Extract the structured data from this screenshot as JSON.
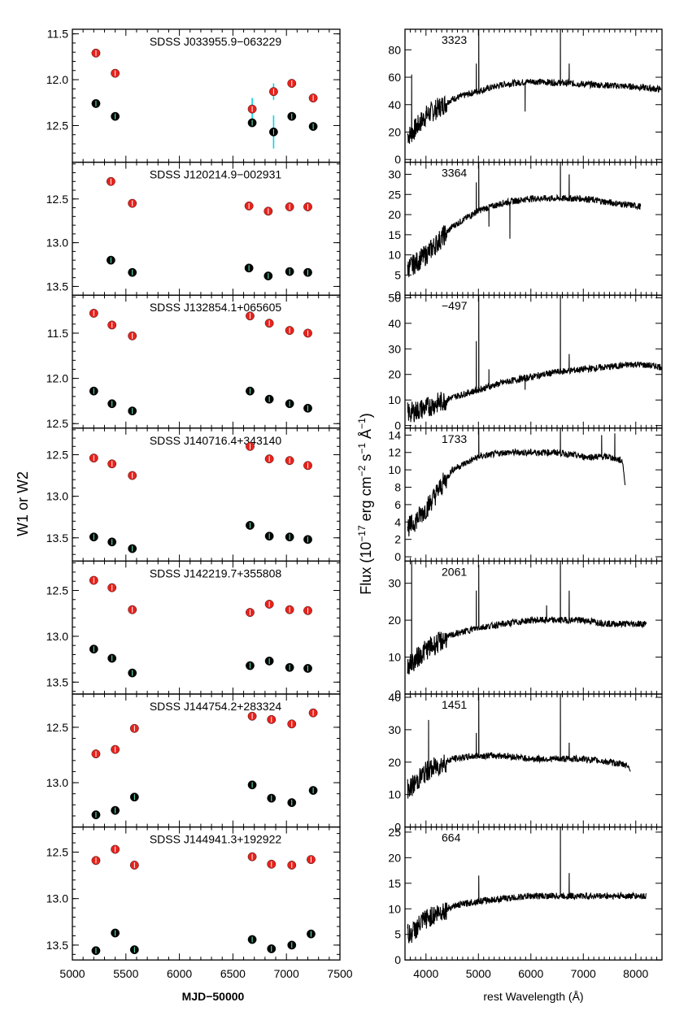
{
  "figure": {
    "left_ylabel": "W1  or  W2",
    "left_xlabel": "MJD−50000",
    "right_ylabel_main": "Flux (10",
    "right_ylabel_exp1": "−17",
    "right_ylabel_mid": " erg cm",
    "right_ylabel_exp2": "−2",
    "right_ylabel_mid2": " s",
    "right_ylabel_exp3": "−1",
    "right_ylabel_mid3": " Å",
    "right_ylabel_exp4": "−1",
    "right_ylabel_end": ")",
    "right_xlabel": "rest Wavelength (Å)",
    "left_xticks": [
      "5000",
      "5500",
      "6000",
      "6500",
      "7000",
      "7500"
    ],
    "right_xticks": [
      "4000",
      "5000",
      "6000",
      "7000",
      "8000"
    ]
  },
  "colors": {
    "w1": "#000000",
    "w2": "#e8221c",
    "errorbar": "#00d8e8",
    "line": "#000000"
  },
  "chart_data": [
    {
      "type": "scatter",
      "title": "SDSS J033955.9−063229",
      "xlabel": "MJD−50000",
      "ylabel": "W1 or W2",
      "xlim": [
        5000,
        7500
      ],
      "ylim": [
        12.9,
        11.45
      ],
      "y_inverted": true,
      "yticks": [
        "11.5",
        "12.0",
        "12.5"
      ],
      "series": [
        {
          "x": [
            5220,
            5400,
            6680,
            6880,
            7050,
            7250
          ],
          "y": [
            12.26,
            12.4,
            12.47,
            12.57,
            12.4,
            12.51
          ]
        },
        {
          "x": [
            5220,
            5400,
            6680,
            6880,
            7050,
            7250
          ],
          "y": [
            11.71,
            11.93,
            12.32,
            12.13,
            12.04,
            12.2
          ]
        }
      ]
    },
    {
      "type": "scatter",
      "title": "SDSS J120214.9−002931",
      "xlabel": "MJD−50000",
      "ylabel": "W1 or W2",
      "xlim": [
        5000,
        7500
      ],
      "ylim": [
        13.6,
        12.08
      ],
      "y_inverted": true,
      "yticks": [
        "12.5",
        "13.0",
        "13.5"
      ],
      "series": [
        {
          "x": [
            5360,
            5560,
            6650,
            6830,
            7030,
            7200
          ],
          "y": [
            13.2,
            13.34,
            13.29,
            13.38,
            13.33,
            13.34
          ]
        },
        {
          "x": [
            5360,
            5560,
            6650,
            6830,
            7030,
            7200
          ],
          "y": [
            12.3,
            12.55,
            12.58,
            12.64,
            12.59,
            12.59
          ]
        }
      ]
    },
    {
      "type": "scatter",
      "title": "SDSS J132854.1+065605",
      "xlabel": "MJD−50000",
      "ylabel": "W1 or W2",
      "xlim": [
        5000,
        7500
      ],
      "ylim": [
        12.55,
        11.08
      ],
      "y_inverted": true,
      "yticks": [
        "11.5",
        "12.0",
        "12.5"
      ],
      "series": [
        {
          "x": [
            5200,
            5370,
            5560,
            6660,
            6840,
            7030,
            7200
          ],
          "y": [
            12.14,
            12.28,
            12.36,
            12.14,
            12.23,
            12.28,
            12.33
          ]
        },
        {
          "x": [
            5200,
            5370,
            5560,
            6660,
            6840,
            7030,
            7200
          ],
          "y": [
            11.28,
            11.41,
            11.53,
            11.31,
            11.39,
            11.47,
            11.5
          ]
        }
      ]
    },
    {
      "type": "scatter",
      "title": "SDSS J140716.4+343140",
      "xlabel": "MJD−50000",
      "ylabel": "W1 or W2",
      "xlim": [
        5000,
        7500
      ],
      "ylim": [
        13.78,
        12.18
      ],
      "y_inverted": true,
      "yticks": [
        "12.5",
        "13.0",
        "13.5"
      ],
      "series": [
        {
          "x": [
            5200,
            5370,
            5560,
            6660,
            6840,
            7030,
            7200
          ],
          "y": [
            13.49,
            13.55,
            13.63,
            13.35,
            13.48,
            13.49,
            13.52
          ]
        },
        {
          "x": [
            5200,
            5370,
            5560,
            6660,
            6840,
            7030,
            7200
          ],
          "y": [
            12.54,
            12.61,
            12.75,
            12.4,
            12.55,
            12.57,
            12.63
          ]
        }
      ]
    },
    {
      "type": "scatter",
      "title": "SDSS J142219.7+355808",
      "xlabel": "MJD−50000",
      "ylabel": "W1 or W2",
      "xlim": [
        5000,
        7500
      ],
      "ylim": [
        13.63,
        12.18
      ],
      "y_inverted": true,
      "yticks": [
        "12.5",
        "13.0",
        "13.5"
      ],
      "series": [
        {
          "x": [
            5200,
            5370,
            5560,
            6660,
            6840,
            7030,
            7200
          ],
          "y": [
            13.14,
            13.24,
            13.4,
            13.32,
            13.27,
            13.34,
            13.35
          ]
        },
        {
          "x": [
            5200,
            5370,
            5560,
            6660,
            6840,
            7030,
            7200
          ],
          "y": [
            12.39,
            12.47,
            12.71,
            12.74,
            12.65,
            12.71,
            12.72
          ]
        }
      ]
    },
    {
      "type": "scatter",
      "title": "SDSS J144754.2+283324",
      "xlabel": "MJD−50000",
      "ylabel": "W1 or W2",
      "xlim": [
        5000,
        7500
      ],
      "ylim": [
        13.4,
        12.2
      ],
      "y_inverted": true,
      "yticks": [
        "12.5",
        "13.0"
      ],
      "series": [
        {
          "x": [
            5220,
            5400,
            5580,
            6680,
            6860,
            7050,
            7250
          ],
          "y": [
            13.29,
            13.25,
            13.13,
            13.02,
            13.14,
            13.18,
            13.07
          ]
        },
        {
          "x": [
            5220,
            5400,
            5580,
            6680,
            6860,
            7050,
            7250
          ],
          "y": [
            12.74,
            12.7,
            12.51,
            12.4,
            12.43,
            12.47,
            12.37
          ]
        }
      ]
    },
    {
      "type": "scatter",
      "title": "SDSS J144941.3+192922",
      "xlabel": "MJD−50000",
      "ylabel": "W1 or W2",
      "xlim": [
        5000,
        7500
      ],
      "ylim": [
        13.66,
        12.23
      ],
      "y_inverted": true,
      "yticks": [
        "12.5",
        "13.0",
        "13.5"
      ],
      "series": [
        {
          "x": [
            5220,
            5400,
            5580,
            6680,
            6860,
            7050,
            7230
          ],
          "y": [
            13.56,
            13.37,
            13.55,
            13.44,
            13.54,
            13.5,
            13.38
          ]
        },
        {
          "x": [
            5220,
            5400,
            5580,
            6680,
            6860,
            7050,
            7230
          ],
          "y": [
            12.59,
            12.47,
            12.64,
            12.55,
            12.63,
            12.64,
            12.58
          ]
        }
      ]
    },
    {
      "type": "line",
      "annotation": "3323",
      "xlabel": "rest Wavelength (Å)",
      "xlim": [
        3600,
        8500
      ],
      "ylim": [
        -2,
        95
      ],
      "yticks": [
        "0",
        "20",
        "40",
        "60",
        "80"
      ],
      "x_end": 8500,
      "series": [
        {
          "x": [
            3700,
            4000,
            4500,
            5000,
            5500,
            6000,
            6500,
            7000,
            7500,
            8000,
            8500
          ],
          "y": [
            18,
            32,
            44,
            50,
            55,
            57,
            56,
            55,
            54,
            53,
            51
          ]
        }
      ],
      "emission_lines": [
        {
          "x": 3727,
          "y": 62
        },
        {
          "x": 4960,
          "y": 70
        },
        {
          "x": 5007,
          "y": 95
        },
        {
          "x": 6563,
          "y": 95
        },
        {
          "x": 6730,
          "y": 70
        }
      ],
      "absorption_lines": [
        {
          "x": 5890,
          "y": 35
        }
      ]
    },
    {
      "type": "line",
      "annotation": "3364",
      "xlabel": "rest Wavelength (Å)",
      "xlim": [
        3600,
        8500
      ],
      "ylim": [
        0,
        33
      ],
      "yticks": [
        "0",
        "5",
        "10",
        "15",
        "20",
        "25",
        "30"
      ],
      "x_end": 8100,
      "series": [
        {
          "x": [
            3700,
            4000,
            4500,
            5000,
            5500,
            6000,
            6500,
            7000,
            7500,
            8100
          ],
          "y": [
            7,
            10,
            17,
            21,
            23,
            24,
            24,
            24,
            23,
            22
          ]
        }
      ],
      "emission_lines": [
        {
          "x": 4960,
          "y": 28
        },
        {
          "x": 5007,
          "y": 33
        },
        {
          "x": 6563,
          "y": 33
        },
        {
          "x": 6730,
          "y": 30
        }
      ],
      "absorption_lines": [
        {
          "x": 5200,
          "y": 17
        },
        {
          "x": 5600,
          "y": 14
        }
      ]
    },
    {
      "type": "line",
      "annotation": "−497",
      "xlabel": "rest Wavelength (Å)",
      "xlim": [
        3600,
        8500
      ],
      "ylim": [
        -1,
        51
      ],
      "yticks": [
        "0",
        "10",
        "20",
        "30",
        "40",
        "50"
      ],
      "x_end": 8500,
      "series": [
        {
          "x": [
            3700,
            4000,
            4500,
            5000,
            5500,
            6000,
            6500,
            7000,
            7500,
            8000,
            8500
          ],
          "y": [
            5,
            7,
            11,
            14,
            17,
            19,
            21,
            22,
            23,
            24,
            23
          ]
        }
      ],
      "emission_lines": [
        {
          "x": 4960,
          "y": 33
        },
        {
          "x": 5007,
          "y": 51
        },
        {
          "x": 5200,
          "y": 22
        },
        {
          "x": 6563,
          "y": 51
        },
        {
          "x": 6730,
          "y": 28
        }
      ],
      "absorption_lines": [
        {
          "x": 5890,
          "y": 14
        }
      ]
    },
    {
      "type": "line",
      "annotation": "1733",
      "xlabel": "rest Wavelength (Å)",
      "xlim": [
        3600,
        8500
      ],
      "ylim": [
        -0.5,
        14.8
      ],
      "yticks": [
        "0",
        "2",
        "4",
        "6",
        "8",
        "10",
        "12",
        "14"
      ],
      "x_end": 7800,
      "series": [
        {
          "x": [
            3700,
            4000,
            4500,
            5000,
            5500,
            6000,
            6500,
            7000,
            7500,
            7750,
            7800
          ],
          "y": [
            3.5,
            5.5,
            10,
            11.5,
            12,
            12,
            12,
            11.5,
            11.5,
            11,
            8
          ]
        }
      ],
      "emission_lines": [
        {
          "x": 5007,
          "y": 14.8
        },
        {
          "x": 6563,
          "y": 14.8
        },
        {
          "x": 7350,
          "y": 14
        },
        {
          "x": 7600,
          "y": 14.2
        }
      ],
      "absorption_lines": []
    },
    {
      "type": "line",
      "annotation": "2061",
      "xlabel": "rest Wavelength (Å)",
      "xlim": [
        3600,
        8500
      ],
      "ylim": [
        0,
        36
      ],
      "yticks": [
        "0",
        "10",
        "20",
        "30"
      ],
      "x_end": 8200,
      "series": [
        {
          "x": [
            3700,
            4000,
            4500,
            5000,
            5500,
            6000,
            6500,
            7000,
            7500,
            8200
          ],
          "y": [
            8,
            12,
            16,
            18,
            19,
            20,
            20,
            20,
            19,
            19
          ]
        }
      ],
      "emission_lines": [
        {
          "x": 3727,
          "y": 36
        },
        {
          "x": 4960,
          "y": 28
        },
        {
          "x": 5007,
          "y": 35
        },
        {
          "x": 6300,
          "y": 24
        },
        {
          "x": 6563,
          "y": 36
        },
        {
          "x": 6730,
          "y": 28
        }
      ],
      "absorption_lines": []
    },
    {
      "type": "line",
      "annotation": "1451",
      "xlabel": "rest Wavelength (Å)",
      "xlim": [
        3600,
        8500
      ],
      "ylim": [
        0,
        41
      ],
      "yticks": [
        "0",
        "10",
        "20",
        "30",
        "40"
      ],
      "x_end": 7900,
      "series": [
        {
          "x": [
            3700,
            4000,
            4500,
            5000,
            5500,
            6000,
            6500,
            7000,
            7500,
            7850,
            7900
          ],
          "y": [
            12,
            17,
            21,
            22,
            22,
            21,
            21,
            21,
            20,
            19,
            17
          ]
        }
      ],
      "emission_lines": [
        {
          "x": 4050,
          "y": 33
        },
        {
          "x": 4960,
          "y": 29
        },
        {
          "x": 5007,
          "y": 41
        },
        {
          "x": 6563,
          "y": 41
        },
        {
          "x": 6730,
          "y": 26
        }
      ],
      "absorption_lines": []
    },
    {
      "type": "line",
      "annotation": "664",
      "xlabel": "rest Wavelength (Å)",
      "xlim": [
        3600,
        8500
      ],
      "ylim": [
        0,
        26
      ],
      "yticks": [
        "0",
        "5",
        "10",
        "15",
        "20",
        "25"
      ],
      "x_end": 8200,
      "series": [
        {
          "x": [
            3700,
            4000,
            4500,
            5000,
            5500,
            6000,
            6500,
            7000,
            7500,
            8200
          ],
          "y": [
            5,
            8,
            10.5,
            11.5,
            12,
            12.5,
            12.5,
            12.5,
            12.5,
            12.5
          ]
        }
      ],
      "emission_lines": [
        {
          "x": 5007,
          "y": 16.5
        },
        {
          "x": 6563,
          "y": 26
        },
        {
          "x": 6730,
          "y": 17
        }
      ],
      "absorption_lines": []
    }
  ]
}
